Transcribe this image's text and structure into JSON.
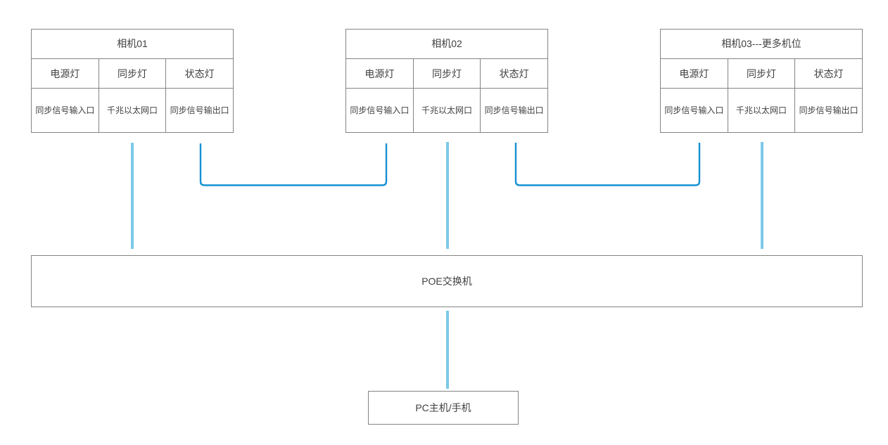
{
  "diagram": {
    "cameras": [
      {
        "title": "相机01",
        "lights": [
          "电源灯",
          "同步灯",
          "状态灯"
        ],
        "ports": [
          "同步信号输入口",
          "千兆以太网口",
          "同步信号输出口"
        ]
      },
      {
        "title": "相机02",
        "lights": [
          "电源灯",
          "同步灯",
          "状态灯"
        ],
        "ports": [
          "同步信号输入口",
          "千兆以太网口",
          "同步信号输出口"
        ]
      },
      {
        "title": "相机03---更多机位",
        "lights": [
          "电源灯",
          "同步灯",
          "状态灯"
        ],
        "ports": [
          "同步信号输入口",
          "千兆以太网口",
          "同步信号输出口"
        ]
      }
    ],
    "poe_switch_label": "POE交换机",
    "host_label": "PC主机/手机",
    "colors": {
      "background": "#ffffff",
      "box_border": "#848484",
      "text": "#404040",
      "cable_ethernet": "#7cc9e9",
      "cable_sync": "#1591d3"
    },
    "connections": [
      {
        "from": "相机01 千兆以太网口",
        "to": "POE交换机",
        "type": "ethernet"
      },
      {
        "from": "相机02 千兆以太网口",
        "to": "POE交换机",
        "type": "ethernet"
      },
      {
        "from": "相机03 千兆以太网口",
        "to": "POE交换机",
        "type": "ethernet"
      },
      {
        "from": "相机01 同步信号输出口",
        "to": "相机02 同步信号输入口",
        "type": "sync"
      },
      {
        "from": "相机02 同步信号输出口",
        "to": "相机03 同步信号输入口",
        "type": "sync"
      },
      {
        "from": "POE交换机",
        "to": "PC主机/手机",
        "type": "ethernet"
      }
    ]
  }
}
